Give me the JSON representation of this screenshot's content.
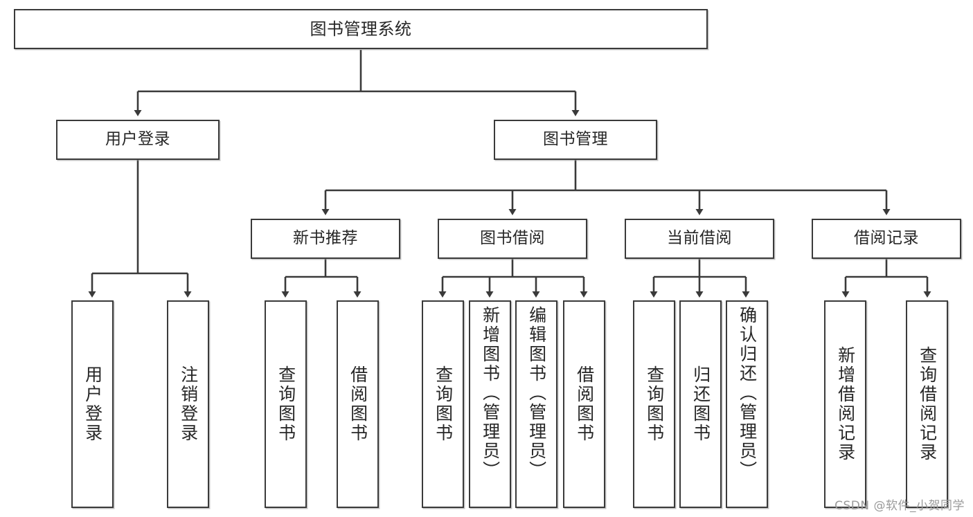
{
  "diagram": {
    "title": "图书管理系统",
    "watermark": "CSDN @软件_小贺同学",
    "colors": {
      "box_border": "#3a3a3a",
      "box_fill": "#ffffff",
      "text": "#262626",
      "connector": "#3a3a3a",
      "watermark": "#9a9a9a"
    },
    "nodes": {
      "root": {
        "label": "图书管理系统"
      },
      "level1": [
        {
          "id": "user-login",
          "label": "用户登录"
        },
        {
          "id": "book-manage",
          "label": "图书管理"
        }
      ],
      "level2": [
        {
          "id": "new-book-recommend",
          "label": "新书推荐",
          "parent": "book-manage"
        },
        {
          "id": "book-borrow",
          "label": "图书借阅",
          "parent": "book-manage"
        },
        {
          "id": "current-borrow",
          "label": "当前借阅",
          "parent": "book-manage"
        },
        {
          "id": "borrow-record",
          "label": "借阅记录",
          "parent": "book-manage"
        }
      ],
      "leaves": {
        "user-login": [
          {
            "id": "leaf-user-login",
            "label": "用户登录"
          },
          {
            "id": "leaf-user-logout",
            "label": "注销登录"
          }
        ],
        "new-book-recommend": [
          {
            "id": "leaf-query-book-1",
            "label": "查询图书"
          },
          {
            "id": "leaf-borrow-book-1",
            "label": "借阅图书"
          }
        ],
        "book-borrow": [
          {
            "id": "leaf-query-book-2",
            "label": "查询图书"
          },
          {
            "id": "leaf-add-book",
            "label": "新增图书（管理员）"
          },
          {
            "id": "leaf-edit-book",
            "label": "编辑图书（管理员）"
          },
          {
            "id": "leaf-borrow-book-2",
            "label": "借阅图书"
          }
        ],
        "current-borrow": [
          {
            "id": "leaf-query-book-3",
            "label": "查询图书"
          },
          {
            "id": "leaf-return-book",
            "label": "归还图书"
          },
          {
            "id": "leaf-confirm-return",
            "label": "确认归还（管理员）"
          }
        ],
        "borrow-record": [
          {
            "id": "leaf-add-record",
            "label": "新增借阅记录"
          },
          {
            "id": "leaf-query-record",
            "label": "查询借阅记录"
          }
        ]
      }
    }
  }
}
